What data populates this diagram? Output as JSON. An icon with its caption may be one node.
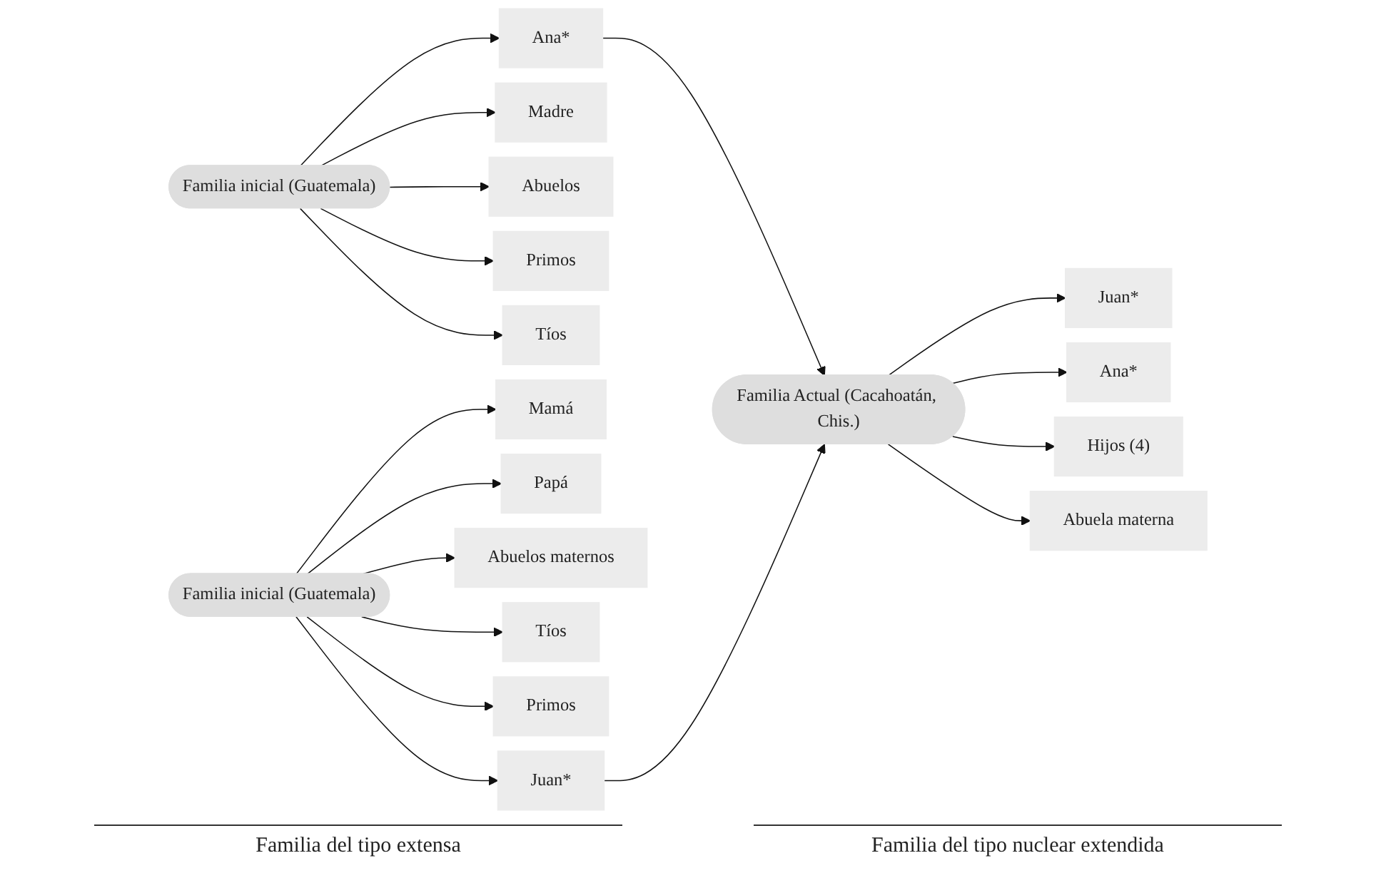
{
  "diagram": {
    "nodes": [
      {
        "text": [
          "Familia inicial (Guatemala)"
        ]
      },
      {
        "text": [
          "Ana*"
        ]
      },
      {
        "text": [
          "Madre"
        ]
      },
      {
        "text": [
          "Abuelos"
        ]
      },
      {
        "text": [
          "Primos"
        ]
      },
      {
        "text": [
          "Tíos"
        ]
      },
      {
        "text": [
          "Familia inicial (Guatemala)"
        ]
      },
      {
        "text": [
          "Mamá"
        ]
      },
      {
        "text": [
          "Papá"
        ]
      },
      {
        "text": [
          "Abuelos maternos"
        ]
      },
      {
        "text": [
          "Tíos"
        ]
      },
      {
        "text": [
          "Primos"
        ]
      },
      {
        "text": [
          "Juan*"
        ]
      },
      {
        "text": [
          "Familia Actual (Cacahoatán, Chis.)"
        ]
      },
      {
        "text": [
          "Juan*"
        ]
      },
      {
        "text": [
          "Ana*"
        ]
      },
      {
        "text": [
          "Hijos (4)"
        ]
      },
      {
        "text": [
          "Abuela materna"
        ]
      }
    ],
    "edges": [
      {
        "from": 0,
        "to": 1,
        "arrow": "to"
      },
      {
        "from": 0,
        "to": 2,
        "arrow": "to"
      },
      {
        "from": 0,
        "to": 3,
        "arrow": "to"
      },
      {
        "from": 0,
        "to": 4,
        "arrow": "to"
      },
      {
        "from": 0,
        "to": 5,
        "arrow": "to"
      },
      {
        "from": 6,
        "to": 7,
        "arrow": "to"
      },
      {
        "from": 6,
        "to": 8,
        "arrow": "to"
      },
      {
        "from": 6,
        "to": 9,
        "arrow": "to"
      },
      {
        "from": 6,
        "to": 10,
        "arrow": "to"
      },
      {
        "from": 6,
        "to": 11,
        "arrow": "to"
      },
      {
        "from": 6,
        "to": 12,
        "arrow": "to"
      },
      {
        "from": 1,
        "to": 13,
        "arrow": "to"
      },
      {
        "from": 12,
        "to": 13,
        "arrow": "to"
      },
      {
        "from": 13,
        "to": 14,
        "arrow": "to"
      },
      {
        "from": 13,
        "to": 15,
        "arrow": "to"
      },
      {
        "from": 13,
        "to": 16,
        "arrow": "to"
      },
      {
        "from": 13,
        "to": 17,
        "arrow": "to"
      }
    ],
    "labels": [
      "Familia del tipo extensa",
      "Familia del tipo nuclear extendida"
    ]
  }
}
